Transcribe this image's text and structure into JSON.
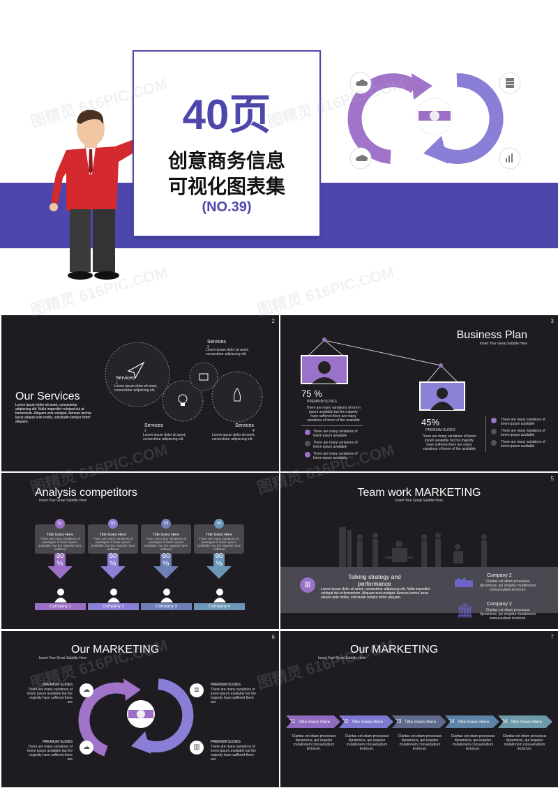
{
  "cover": {
    "big_number": "40页",
    "title_line1": "创意商务信息",
    "title_line2": "可视化图表集",
    "code": "(NO.39)"
  },
  "watermark": "图精灵 616PIC.COM",
  "colors": {
    "brand_purple": "#4d47ad",
    "violet": "#9a72c9",
    "lavender": "#8b82d8",
    "slide_bg": "#1e1c21"
  },
  "slide2": {
    "num": "2",
    "title": "Our Services",
    "body": "Lorem ipsum dolor sit amet, consectetur adipiscing elit. Nulla imperdiet volutpat dui at fermentum. Aliquam erat volutpat. Aenean lacinia lacus aliquet ante mollis, solicitudin tempor tortor aliquam.",
    "services": [
      {
        "label": "Services",
        "n": "1",
        "desc": "Lorem ipsum dolor sit amet, consectetur adipiscing elit."
      },
      {
        "label": "Services",
        "n": "2",
        "desc": "Lorem ipsum dolor sit amet, consectetur adipiscing elit."
      },
      {
        "label": "Services",
        "n": "3",
        "desc": "Lorem ipsum dolor sit amet, consectetur adipiscing elit."
      },
      {
        "label": "Services",
        "n": "4",
        "desc": "Lorem ipsum dolor sit amet, consectetur adipiscing elit."
      }
    ]
  },
  "slide3": {
    "num": "3",
    "title": "Business Plan",
    "subtitle": "Insert  Your Great Subtitle Here",
    "left": {
      "pct": "75 %",
      "label": "PREMIUM SLIDES",
      "desc": "There are many variations of lorem ipsum available but the majority have suffered there are many variations of lorem of the available"
    },
    "right": {
      "pct": "45%",
      "label": "PREMIUM SLIDES",
      "desc": "There are many variations of lorem ipsum available but the majority have suffered there are many variations of lorem of the available"
    },
    "bullets_left": [
      "There are many variations of lorem ipsum available",
      "There are many variations of lorem ipsum available",
      "There are many variations of lorem ipsum available"
    ],
    "bullets_right": [
      "There are many variations of lorem ipsum available",
      "There are many variations of lorem ipsum available",
      "There are many variations of lorem ipsum available"
    ]
  },
  "slide4": {
    "title": "Analysis competitors",
    "subtitle": "Insert  Your Great Subtitle Here",
    "items": [
      {
        "n": "01",
        "head": "Title Goes Here",
        "desc": "There are many variations of passages of lorem ipsum available, but the majority have suffered",
        "pct": "30\n%",
        "company": "Company 1",
        "color": "#9a6fc5"
      },
      {
        "n": "02",
        "head": "Title Goes Here",
        "desc": "There are many variations of passages of lorem ipsum available, but the majority have suffered",
        "pct": "50\n%",
        "company": "Company 2",
        "color": "#8a7fd6"
      },
      {
        "n": "03",
        "head": "Title Goes Here",
        "desc": "There are many variations of passages of lorem ipsum available, but the majority have suffered",
        "pct": "60\n%",
        "company": "Company 3",
        "color": "#6f7fb8"
      },
      {
        "n": "04",
        "head": "Title Goes Here",
        "desc": "There are many variations of passages of lorem ipsum available, but the majority have suffered",
        "pct": "90\n%",
        "company": "Company 4",
        "color": "#6b97b8"
      }
    ]
  },
  "slide5": {
    "num": "5",
    "title": "Team work MARKETING",
    "subtitle": "Insert  Your Great Subtitle Here",
    "heading": "Talking strategy and performance",
    "body": "Lorem ipsum dolor sit amet, consectetur adipiscing elit. Nulla imperdiet volutpat dui at fermentum. Aliquam erat volutpat. Aenean lacinia lacus aliquet ante mollis, solicitudin tempor tortor aliquam.",
    "companies": [
      {
        "name": "Company 2",
        "desc": "Claritas est etiam processus dynamicus, qui sequitur mutationem consuetudium lectorum."
      },
      {
        "name": "Company 2",
        "desc": "Claritas est etiam processus dynamicus, qui sequitur mutationem consuetudium lectorum."
      }
    ]
  },
  "slide6": {
    "num": "6",
    "title": "Our MARKETING",
    "subtitle": "Insert  Your Great Subtitle Here",
    "corners": [
      {
        "label": "PREMIUM SLIDES",
        "desc": "There are many variations of lorem ipsum available but the majority have suffered there are"
      },
      {
        "label": "PREMIUM SLIDES",
        "desc": "There are many variations of lorem ipsum available but the majority have suffered there are"
      },
      {
        "label": "PREMIUM SLIDES",
        "desc": "There are many variations of lorem ipsum available but the majority have suffered there are"
      },
      {
        "label": "PREMIUM SLIDES",
        "desc": "There are many variations of lorem ipsum available but the majority have suffered there are"
      }
    ]
  },
  "slide7": {
    "num": "7",
    "title": "Our MARKETING",
    "subtitle": "Insert  Your Great Subtitle Here",
    "steps": [
      {
        "n": "01",
        "label": "Title Goes Here",
        "desc": "Claritas est etiam processus dynamicus, qui sequitur mutationem consuetudium lectorum.",
        "color": "#8f6cbf"
      },
      {
        "n": "02",
        "label": "Title Goes Here",
        "desc": "Claritas est etiam processus dynamicus, qui sequitur mutationem consuetudium lectorum.",
        "color": "#7e78d0"
      },
      {
        "n": "03",
        "label": "Title Goes Here",
        "desc": "Claritas est etiam processus dynamicus, qui sequitur mutationem consuetudium lectorum.",
        "color": "#5f6a8c"
      },
      {
        "n": "04",
        "label": "Title Goes Here",
        "desc": "Claritas est etiam processus dynamicus, qui sequitur mutationem consuetudium lectorum.",
        "color": "#5e83a8"
      },
      {
        "n": "04",
        "label": "Title Goes Here",
        "desc": "Claritas est etiam processus dynamicus, qui sequitur mutationem consuetudium lectorum.",
        "color": "#6d9aa8"
      }
    ]
  }
}
